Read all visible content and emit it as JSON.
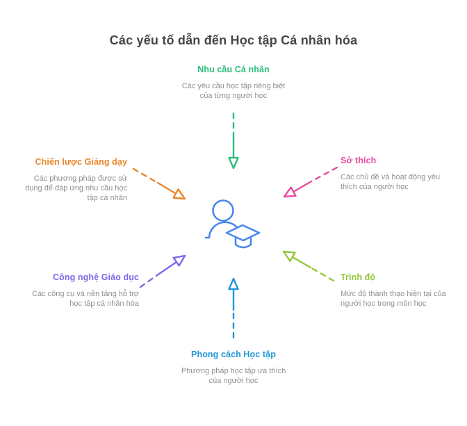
{
  "title": "Các yếu tố dẫn đến Học tập Cá nhân hóa",
  "center_icon": "student-with-graduation-cap-icon",
  "colors": {
    "title": "#43474a",
    "description": "#8b9196",
    "icon": "#4a87ee",
    "background": "#ffffff"
  },
  "nodes": [
    {
      "id": "personal-needs",
      "label": "Nhu cầu Cá nhân",
      "description": "Các yêu cầu học tập riêng biệt\ncủa từng người học",
      "color": "#2ebd7b"
    },
    {
      "id": "interests",
      "label": "Sở thích",
      "description": "Các chủ đề và hoạt động yêu\nthích của người học",
      "color": "#e64ca0"
    },
    {
      "id": "proficiency-level",
      "label": "Trình độ",
      "description": "Mức độ thành thạo hiện tại của\nngười học trong môn học",
      "color": "#92c83d"
    },
    {
      "id": "learning-style",
      "label": "Phong cách Học tập",
      "description": "Phương pháp học tập ưa thích\ncủa người học",
      "color": "#2297d6"
    },
    {
      "id": "educational-technology",
      "label": "Công nghệ Giáo dục",
      "description": "Các công cụ và nền tảng hỗ trợ\nhọc tập cá nhân hóa",
      "color": "#7d68e8"
    },
    {
      "id": "teaching-strategies",
      "label": "Chiến lược Giảng dạy",
      "description": "Các phương pháp được sử\ndụng để đáp ứng nhu cầu học\ntập cá nhân",
      "color": "#e8862b"
    }
  ]
}
